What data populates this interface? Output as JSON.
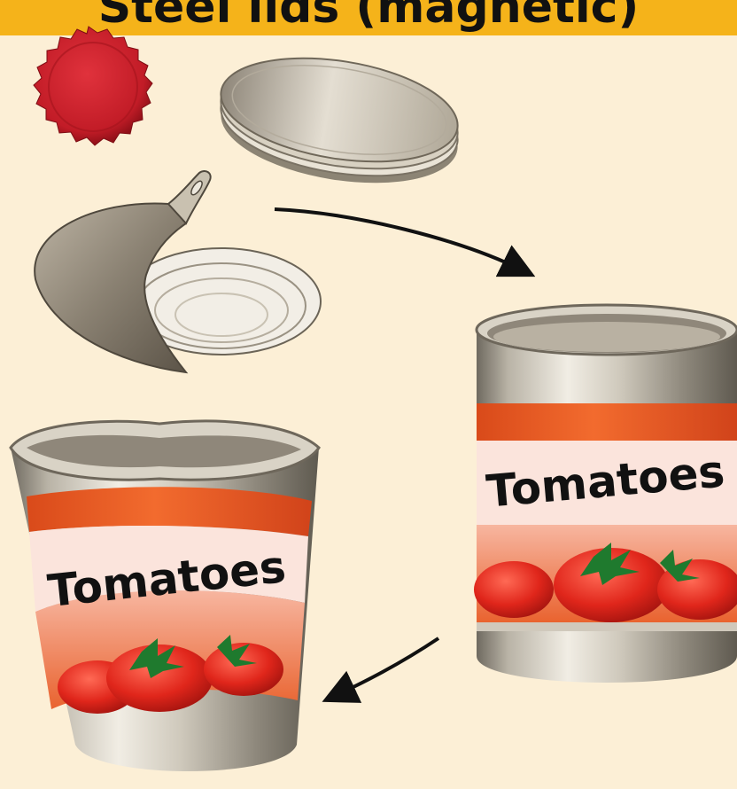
{
  "banner": {
    "title": "Steel lids (magnetic)",
    "color": "#f5b31a"
  },
  "background_color": "#fcefd6",
  "items": [
    {
      "name": "bottle-cap",
      "color": "#c8202a"
    },
    {
      "name": "steel-lid-stack"
    },
    {
      "name": "peeled-pull-tab-lid"
    },
    {
      "name": "open-tomato-can",
      "label": "Tomatoes"
    },
    {
      "name": "crushed-tomato-can",
      "label": "Tomatoes"
    }
  ],
  "label_colors": {
    "band": "#e8541f",
    "text": "#111111",
    "panel": "#fbe4dc"
  }
}
